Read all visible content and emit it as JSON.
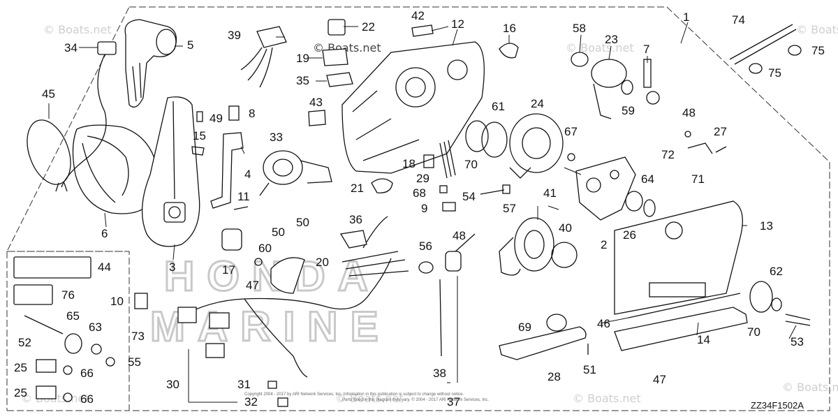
{
  "diagram": {
    "reference_code": "ZZ34F1502A",
    "watermarks": [
      "© Boats.net",
      "© Boats.net",
      "© Boats.net",
      "© Boats.net",
      "© Boats.net",
      "© Boats.net",
      "© Boats.net",
      "© Boats.net"
    ],
    "background_brand": [
      "HONDA",
      "MARINE"
    ],
    "copyright_line_1": "Copyright 2004 - 2017 by ARI Network Services, Inc. Information in this publication is subject to change without notice.",
    "copyright_line_2": "Parts listed in this diagram may vary. © 2004 - 2017 ARI Network Services, Inc.",
    "callouts": [
      "1",
      "2",
      "3",
      "4",
      "5",
      "6",
      "7",
      "8",
      "9",
      "10",
      "11",
      "12",
      "13",
      "14",
      "15",
      "16",
      "17",
      "18",
      "19",
      "20",
      "21",
      "22",
      "23",
      "24",
      "25",
      "25",
      "26",
      "27",
      "28",
      "29",
      "30",
      "31",
      "32",
      "33",
      "34",
      "35",
      "36",
      "37",
      "38",
      "39",
      "40",
      "41",
      "42",
      "43",
      "44",
      "45",
      "46",
      "47",
      "47",
      "48",
      "48",
      "49",
      "50",
      "50",
      "51",
      "52",
      "53",
      "54",
      "55",
      "56",
      "57",
      "58",
      "59",
      "60",
      "61",
      "62",
      "63",
      "64",
      "65",
      "66",
      "66",
      "67",
      "68",
      "69",
      "70",
      "70",
      "71",
      "72",
      "73",
      "74",
      "75",
      "75",
      "76"
    ]
  }
}
